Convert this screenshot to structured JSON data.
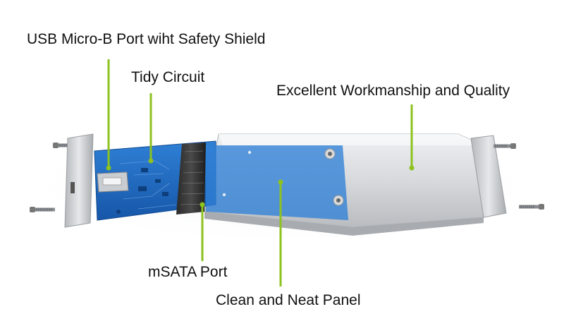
{
  "labels": {
    "usb_port": "USB Micro-B Port wiht Safety Shield",
    "tidy_circuit": "Tidy Circuit",
    "workmanship": "Excellent Workmanship and Quality",
    "msata_port": "mSATA Port",
    "clean_panel": "Clean and Neat Panel"
  },
  "colors": {
    "leader_line": "#8dc21f",
    "pcb": "#1f6bc2",
    "aluminum": "#d9dadc"
  }
}
